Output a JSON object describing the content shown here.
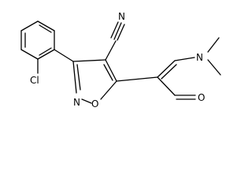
{
  "molecule": {
    "atoms": {
      "cl": "Cl",
      "n_ring": "N",
      "o_ring": "O",
      "n_nitrile": "N",
      "n_amine": "N",
      "o_aldehyde": "O"
    }
  },
  "colors": {
    "bond": "#000000",
    "label": "#000000",
    "background": "#ffffff"
  }
}
